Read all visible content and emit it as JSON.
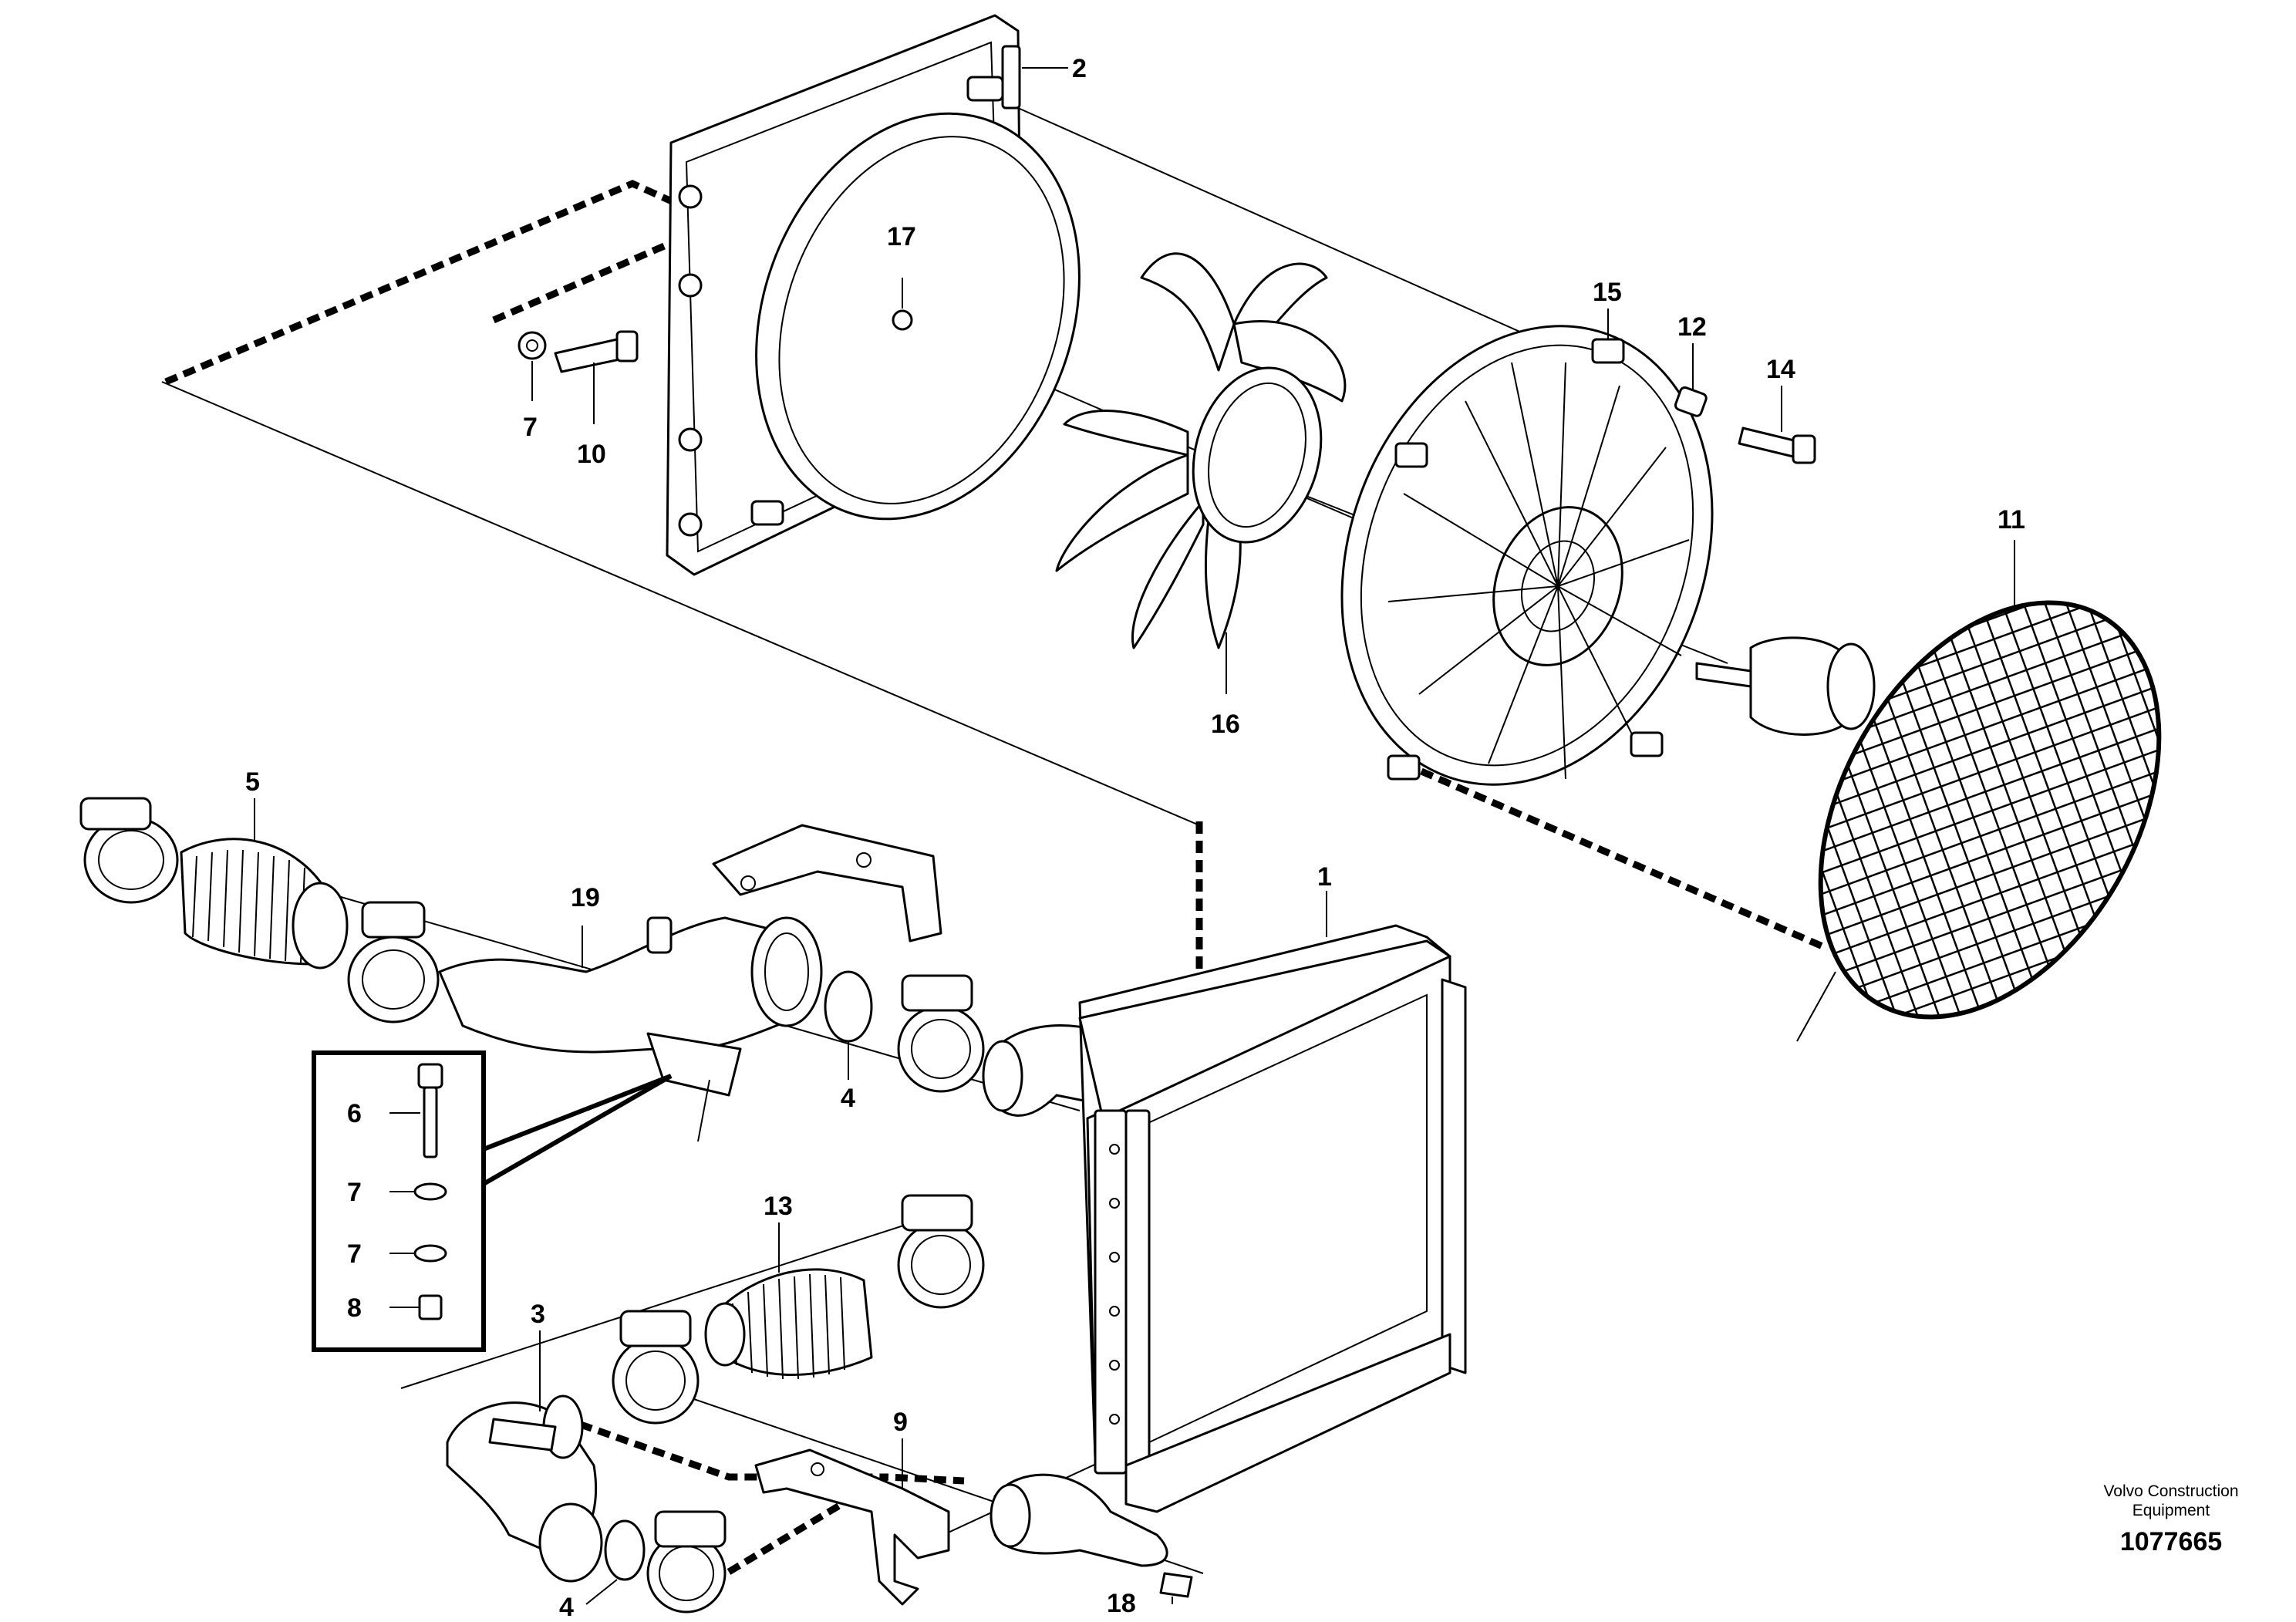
{
  "diagram": {
    "callouts": {
      "c1": "1",
      "c2": "2",
      "c3": "3",
      "c4a": "4",
      "c4b": "4",
      "c5": "5",
      "c6": "6",
      "c7a": "7",
      "c7b": "7",
      "c7c": "7",
      "c8": "8",
      "c9": "9",
      "c10": "10",
      "c11": "11",
      "c12": "12",
      "c13": "13",
      "c14": "14",
      "c15": "15",
      "c16": "16",
      "c17": "17",
      "c18": "18",
      "c19": "19"
    },
    "credit_line1": "Volvo Construction",
    "credit_line2": "Equipment",
    "drawing_number": "1077665"
  }
}
